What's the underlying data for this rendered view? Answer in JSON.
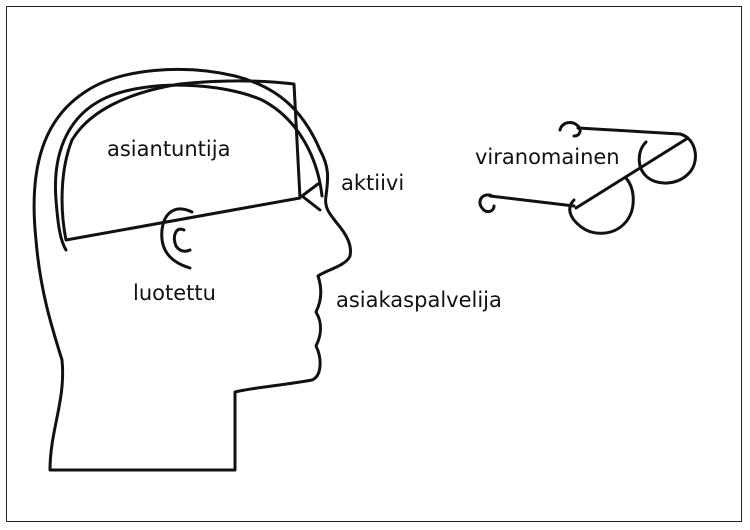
{
  "labels": {
    "expert": "asiantuntija",
    "active": "aktiivi",
    "authority": "viranomainen",
    "trusted": "luotettu",
    "customer_servant": "asiakaspalvelija"
  }
}
